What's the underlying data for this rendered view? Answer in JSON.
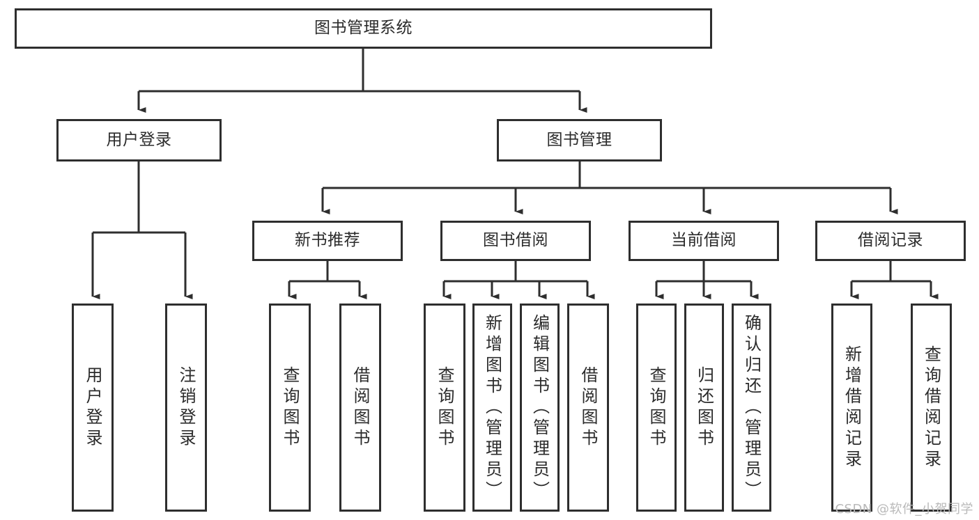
{
  "diagram": {
    "title": "图书管理系统",
    "type": "tree-hierarchy",
    "orientation": "top-down",
    "colors": {
      "box_stroke": "#2e2e2e",
      "box_fill": "#ffffff",
      "edge_stroke": "#2e2e2e",
      "text": "#2b2b2b",
      "watermark": "#b9b9b9",
      "background": "#ffffff"
    },
    "nodes": {
      "root": {
        "label": "图书管理系统",
        "level": 0,
        "orientation": "horizontal"
      },
      "user_login": {
        "label": "用户登录",
        "level": 1,
        "orientation": "horizontal"
      },
      "book_manage": {
        "label": "图书管理",
        "level": 1,
        "orientation": "horizontal"
      },
      "new_book_rec": {
        "label": "新书推荐",
        "level": 2,
        "orientation": "horizontal"
      },
      "book_borrow": {
        "label": "图书借阅",
        "level": 2,
        "orientation": "horizontal"
      },
      "current_borrow": {
        "label": "当前借阅",
        "level": 2,
        "orientation": "horizontal"
      },
      "borrow_record": {
        "label": "借阅记录",
        "level": 2,
        "orientation": "horizontal"
      },
      "leaf_user_login": {
        "label": "用户登录",
        "level": 3,
        "orientation": "vertical"
      },
      "leaf_logout": {
        "label": "注销登录",
        "level": 3,
        "orientation": "vertical"
      },
      "leaf_query_book_1": {
        "label": "查询图书",
        "level": 3,
        "orientation": "vertical"
      },
      "leaf_borrow_book_1": {
        "label": "借阅图书",
        "level": 3,
        "orientation": "vertical"
      },
      "leaf_query_book_2": {
        "label": "查询图书",
        "level": 3,
        "orientation": "vertical"
      },
      "leaf_add_book": {
        "label": "新增图书（管理员）",
        "level": 3,
        "orientation": "vertical"
      },
      "leaf_edit_book": {
        "label": "编辑图书（管理员）",
        "level": 3,
        "orientation": "vertical"
      },
      "leaf_borrow_book_2": {
        "label": "借阅图书",
        "level": 3,
        "orientation": "vertical"
      },
      "leaf_query_book_3": {
        "label": "查询图书",
        "level": 3,
        "orientation": "vertical"
      },
      "leaf_return_book": {
        "label": "归还图书",
        "level": 3,
        "orientation": "vertical"
      },
      "leaf_confirm_return": {
        "label": "确认归还（管理员）",
        "level": 3,
        "orientation": "vertical"
      },
      "leaf_add_record": {
        "label": "新增借阅记录",
        "level": 3,
        "orientation": "vertical"
      },
      "leaf_query_record": {
        "label": "查询借阅记录",
        "level": 3,
        "orientation": "vertical"
      }
    },
    "edges": [
      {
        "from": "root",
        "to": "user_login"
      },
      {
        "from": "root",
        "to": "book_manage"
      },
      {
        "from": "user_login",
        "to": "leaf_user_login"
      },
      {
        "from": "user_login",
        "to": "leaf_logout"
      },
      {
        "from": "book_manage",
        "to": "new_book_rec"
      },
      {
        "from": "book_manage",
        "to": "book_borrow"
      },
      {
        "from": "book_manage",
        "to": "current_borrow"
      },
      {
        "from": "book_manage",
        "to": "borrow_record"
      },
      {
        "from": "new_book_rec",
        "to": "leaf_query_book_1"
      },
      {
        "from": "new_book_rec",
        "to": "leaf_borrow_book_1"
      },
      {
        "from": "book_borrow",
        "to": "leaf_query_book_2"
      },
      {
        "from": "book_borrow",
        "to": "leaf_add_book"
      },
      {
        "from": "book_borrow",
        "to": "leaf_edit_book"
      },
      {
        "from": "book_borrow",
        "to": "leaf_borrow_book_2"
      },
      {
        "from": "current_borrow",
        "to": "leaf_query_book_3"
      },
      {
        "from": "current_borrow",
        "to": "leaf_return_book"
      },
      {
        "from": "current_borrow",
        "to": "leaf_confirm_return"
      },
      {
        "from": "borrow_record",
        "to": "leaf_add_record"
      },
      {
        "from": "borrow_record",
        "to": "leaf_query_record"
      }
    ]
  },
  "watermark": {
    "text": "CSDN @软件_小贺同学"
  }
}
